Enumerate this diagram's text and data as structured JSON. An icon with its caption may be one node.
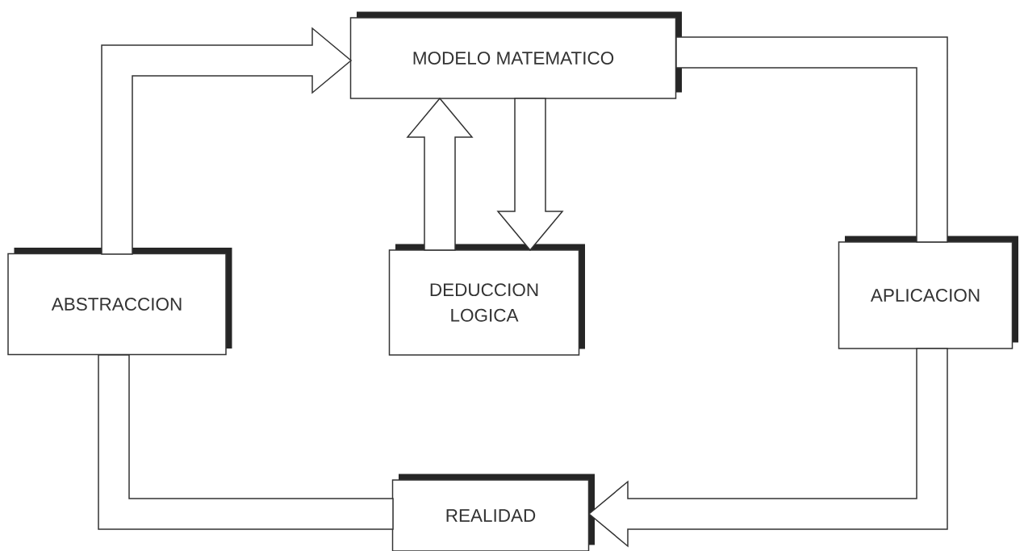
{
  "diagram": {
    "nodes": [
      {
        "text": [
          "MODELO MATEMATICO"
        ]
      },
      {
        "text": [
          "ABSTRACCION"
        ]
      },
      {
        "text": [
          "DEDUCCION LOGICA"
        ]
      },
      {
        "text": [
          "APLICACION"
        ]
      },
      {
        "text": [
          "REALIDAD"
        ]
      }
    ],
    "edges": [
      {
        "from": 1,
        "to": 0,
        "arrow": "to"
      },
      {
        "from": 0,
        "to": 3,
        "arrow": "none"
      },
      {
        "from": 2,
        "to": 0,
        "arrow": "to"
      },
      {
        "from": 0,
        "to": 2,
        "arrow": "to"
      },
      {
        "from": 3,
        "to": 4,
        "arrow": "to"
      },
      {
        "from": 4,
        "to": 1,
        "arrow": "none"
      }
    ]
  }
}
